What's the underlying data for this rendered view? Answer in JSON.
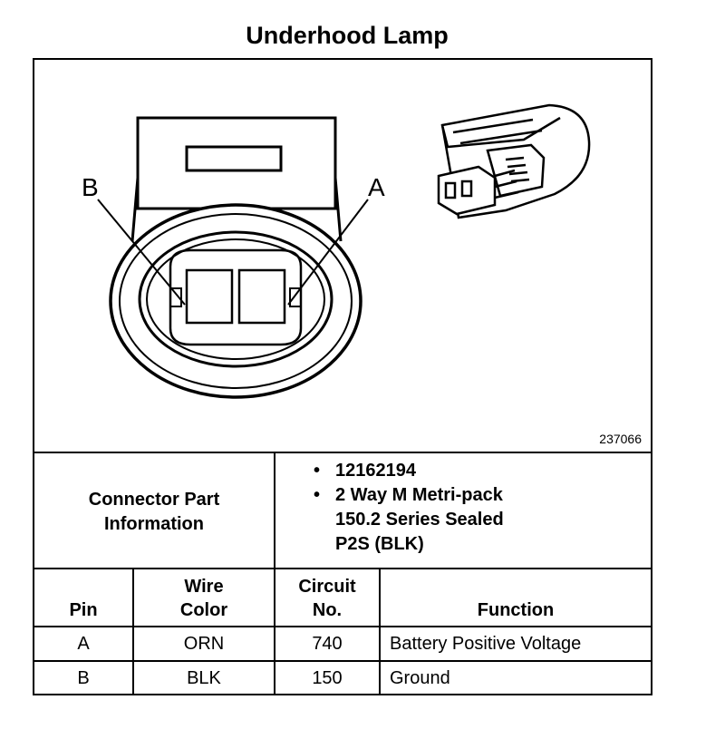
{
  "title": "Underhood Lamp",
  "figure": {
    "pin_b_label": "B",
    "pin_a_label": "A",
    "figure_id": "237066"
  },
  "connector_part": {
    "label_line1": "Connector Part",
    "label_line2": "Information",
    "bullet": "•",
    "items": [
      [
        "12162194"
      ],
      [
        "2 Way M Metri-pack",
        "150.2 Series Sealed",
        "P2S (BLK)"
      ]
    ]
  },
  "table": {
    "headers": {
      "pin": "Pin",
      "wire_color_1": "Wire",
      "wire_color_2": "Color",
      "circuit_1": "Circuit",
      "circuit_2": "No.",
      "function": "Function"
    },
    "rows": [
      {
        "pin": "A",
        "wire_color": "ORN",
        "circuit": "740",
        "function": "Battery Positive Voltage"
      },
      {
        "pin": "B",
        "wire_color": "BLK",
        "circuit": "150",
        "function": "Ground"
      }
    ]
  }
}
